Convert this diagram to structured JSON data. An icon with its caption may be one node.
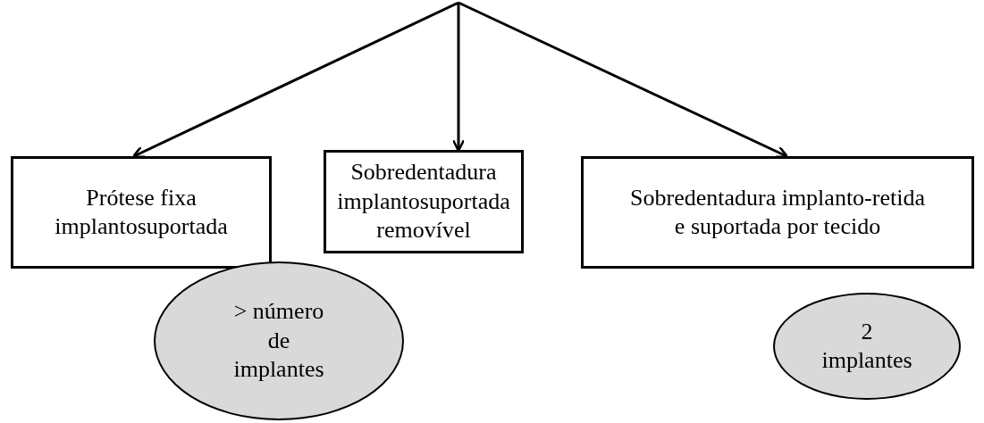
{
  "diagram": {
    "nodes": [
      {
        "text": [
          "Prótese fixa implantosuportada"
        ]
      },
      {
        "text": [
          "Sobredentadura implantosuportada removível"
        ]
      },
      {
        "text": [
          "Sobredentadura implanto-retida e suportada por tecido"
        ]
      },
      {
        "text": [
          "> número de implantes"
        ]
      },
      {
        "text": [
          "2 implantes"
        ]
      }
    ],
    "edges": [
      {
        "from": null,
        "to": 0,
        "arrow": "to"
      },
      {
        "from": null,
        "to": 1,
        "arrow": "to"
      },
      {
        "from": null,
        "to": 2,
        "arrow": "to"
      }
    ]
  }
}
